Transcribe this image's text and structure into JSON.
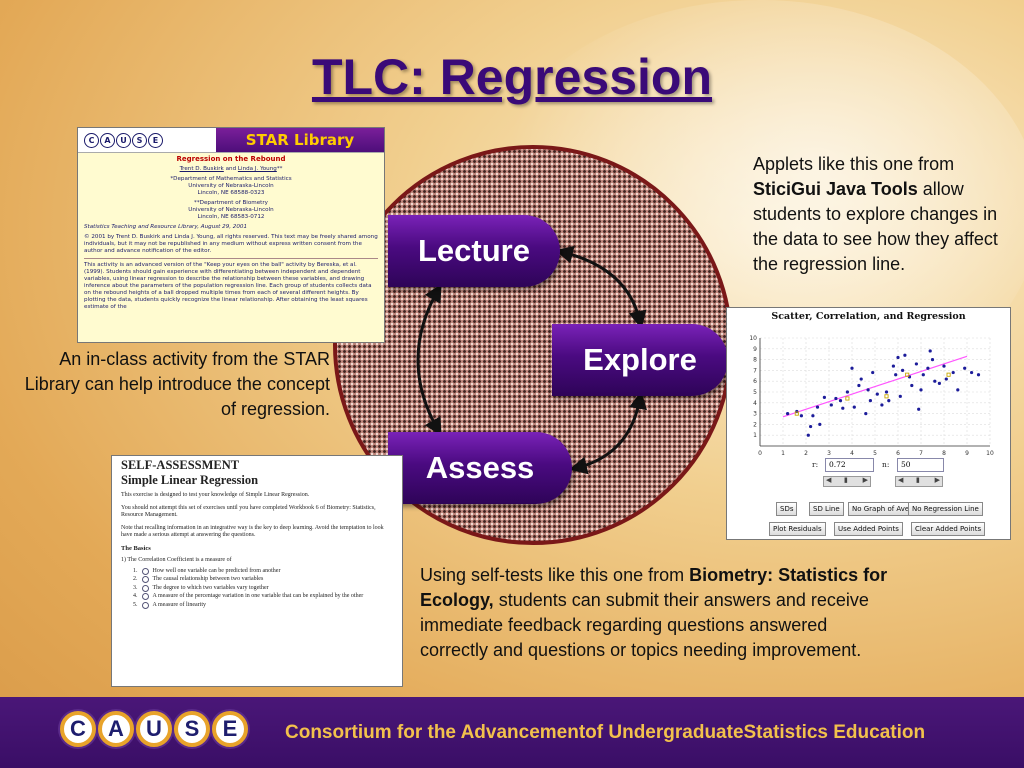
{
  "slide": {
    "title": "TLC: Regression",
    "cycle": {
      "lecture": "Lecture",
      "explore": "Explore",
      "assess": "Assess"
    }
  },
  "star_library": {
    "logo_letters": [
      "C",
      "A",
      "U",
      "S",
      "E"
    ],
    "brand": "STAR Library",
    "article_title": "Regression on the Rebound",
    "author_1": "Trent D. Buskirk",
    "author_sep": " and ",
    "author_2": "Linda J. Young",
    "author_suffix": "**",
    "affil_1": "*Department of Mathematics and Statistics",
    "affil_1_org": "University of Nebraska-Lincoln",
    "affil_1_city": "Lincoln, NE 68588-0323",
    "affil_2": "**Department of Biometry",
    "affil_2_org": "University of Nebraska-Lincoln",
    "affil_2_city": "Lincoln, NE 68583-0712",
    "pub": "Statistics Teaching and Resource Library, August 29, 2001",
    "copyright": "© 2001 by Trent D. Buskirk and Linda J. Young, all rights reserved. This text may be freely shared among individuals, but it may not be republished in any medium without express written consent from the author and advance notification of the editor.",
    "abstract": "This activity is an advanced version of the \"Keep your eyes on the ball\" activity by Bereska, et al. (1999). Students should gain experience with differentiating between independent and dependent variables, using linear regression to describe the relationship between these variables, and drawing inference about the parameters of the population regression line. Each group of students collects data on the rebound heights of a ball dropped multiple times from each of several different heights. By plotting the data, students quickly recognize the linear relationship. After obtaining the least squares estimate of the"
  },
  "self_assessment": {
    "heading": "SELF-ASSESSMENT",
    "subheading": "Simple Linear Regression",
    "p1": "This exercise is designed to test your knowledge of Simple Linear Regression.",
    "p2": "You should not attempt this set of exercises until you have completed Workbook 6 of Biometry: Statistics, Resource Management.",
    "p3": "Note that recalling information in an integrative way is the key to deep learning. Avoid the temptation to look have made a serious attempt at answering the questions.",
    "section": "The Basics",
    "question": "1) The Correlation Coefficient is a measure of",
    "options": [
      "How well one variable can be predicted from another",
      "The causal relationship between two variables",
      "The degree to which two variables vary together",
      "A measure of the percentage variation in one variable that can be explained by the other",
      "A measure of linearity"
    ]
  },
  "scatter_applet": {
    "title": "Scatter, Correlation, and Regression",
    "r_label": "r:",
    "r_value": "0.72",
    "n_label": "n:",
    "n_value": "50",
    "buttons_row1": [
      "SDs",
      "SD Line",
      "No Graph of Ave",
      "No Regression Line"
    ],
    "buttons_row2": [
      "Plot Residuals",
      "Use Added Points",
      "Clear Added Points"
    ]
  },
  "captions": {
    "left": "An in-class activity from the STAR Library can help introduce the concept of regression.",
    "right_pre": "Applets like this one from ",
    "right_bold": "SticiGui Java Tools",
    "right_post": " allow students to explore changes in the data to see how they affect the regression line.",
    "bottom_pre": "Using self-tests like this one from ",
    "bottom_bold": "Biometry: Statistics for Ecology,",
    "bottom_post": " students can submit their answers and receive immediate feedback regarding questions answered correctly and questions or topics needing improvement."
  },
  "footer": {
    "logo_letters": [
      "C",
      "A",
      "U",
      "S",
      "E"
    ],
    "text": "Consortium for the Advancementof UndergraduateStatistics Education"
  },
  "colors": {
    "title": "#3a0a78",
    "pill": "#4a0a80",
    "circle_border": "#7a1818",
    "footer_bg": "#3a0e66",
    "footer_text": "#f2c14c",
    "points": "#1c1c9a",
    "added_points": "#c8a800",
    "regression_line": "#ff55ff"
  },
  "chart_data": {
    "type": "scatter",
    "title": "Scatter, Correlation, and Regression",
    "xlim": [
      0,
      10
    ],
    "ylim": [
      0,
      10
    ],
    "x_ticks": [
      0,
      1,
      2,
      3,
      4,
      5,
      6,
      7,
      8,
      9,
      10
    ],
    "y_ticks": [
      1,
      2,
      3,
      4,
      5,
      6,
      7,
      8,
      9,
      10
    ],
    "grid": true,
    "regression": {
      "x": [
        1,
        9
      ],
      "y": [
        2.7,
        8.3
      ]
    },
    "points": [
      [
        1.2,
        3.0
      ],
      [
        1.6,
        3.2
      ],
      [
        1.8,
        2.8
      ],
      [
        2.1,
        1.0
      ],
      [
        2.2,
        1.8
      ],
      [
        2.3,
        2.8
      ],
      [
        2.5,
        3.6
      ],
      [
        2.8,
        4.5
      ],
      [
        3.1,
        3.8
      ],
      [
        3.3,
        4.4
      ],
      [
        3.6,
        3.5
      ],
      [
        3.8,
        5.0
      ],
      [
        4.0,
        7.2
      ],
      [
        4.1,
        3.6
      ],
      [
        4.3,
        5.6
      ],
      [
        4.4,
        6.2
      ],
      [
        4.6,
        3.0
      ],
      [
        4.7,
        5.2
      ],
      [
        4.9,
        6.8
      ],
      [
        5.1,
        4.8
      ],
      [
        5.3,
        3.8
      ],
      [
        5.5,
        5.0
      ],
      [
        5.6,
        4.2
      ],
      [
        5.9,
        6.6
      ],
      [
        6.0,
        8.2
      ],
      [
        6.1,
        4.6
      ],
      [
        6.2,
        7.0
      ],
      [
        6.3,
        8.4
      ],
      [
        6.5,
        6.4
      ],
      [
        6.6,
        5.6
      ],
      [
        6.8,
        7.6
      ],
      [
        7.0,
        5.2
      ],
      [
        7.1,
        6.6
      ],
      [
        7.3,
        7.2
      ],
      [
        7.5,
        8.0
      ],
      [
        7.6,
        6.0
      ],
      [
        7.8,
        5.8
      ],
      [
        8.0,
        7.4
      ],
      [
        8.1,
        6.2
      ],
      [
        8.4,
        6.8
      ],
      [
        8.6,
        5.2
      ],
      [
        8.9,
        7.2
      ],
      [
        9.2,
        6.8
      ],
      [
        5.8,
        7.4
      ],
      [
        3.5,
        4.2
      ],
      [
        6.9,
        3.4
      ],
      [
        2.6,
        2.0
      ],
      [
        4.8,
        4.2
      ],
      [
        7.4,
        8.8
      ],
      [
        9.5,
        6.6
      ]
    ],
    "added_points": [
      [
        1.6,
        3.0
      ],
      [
        3.8,
        4.4
      ],
      [
        5.5,
        4.6
      ],
      [
        6.4,
        6.6
      ],
      [
        8.2,
        6.6
      ]
    ]
  }
}
